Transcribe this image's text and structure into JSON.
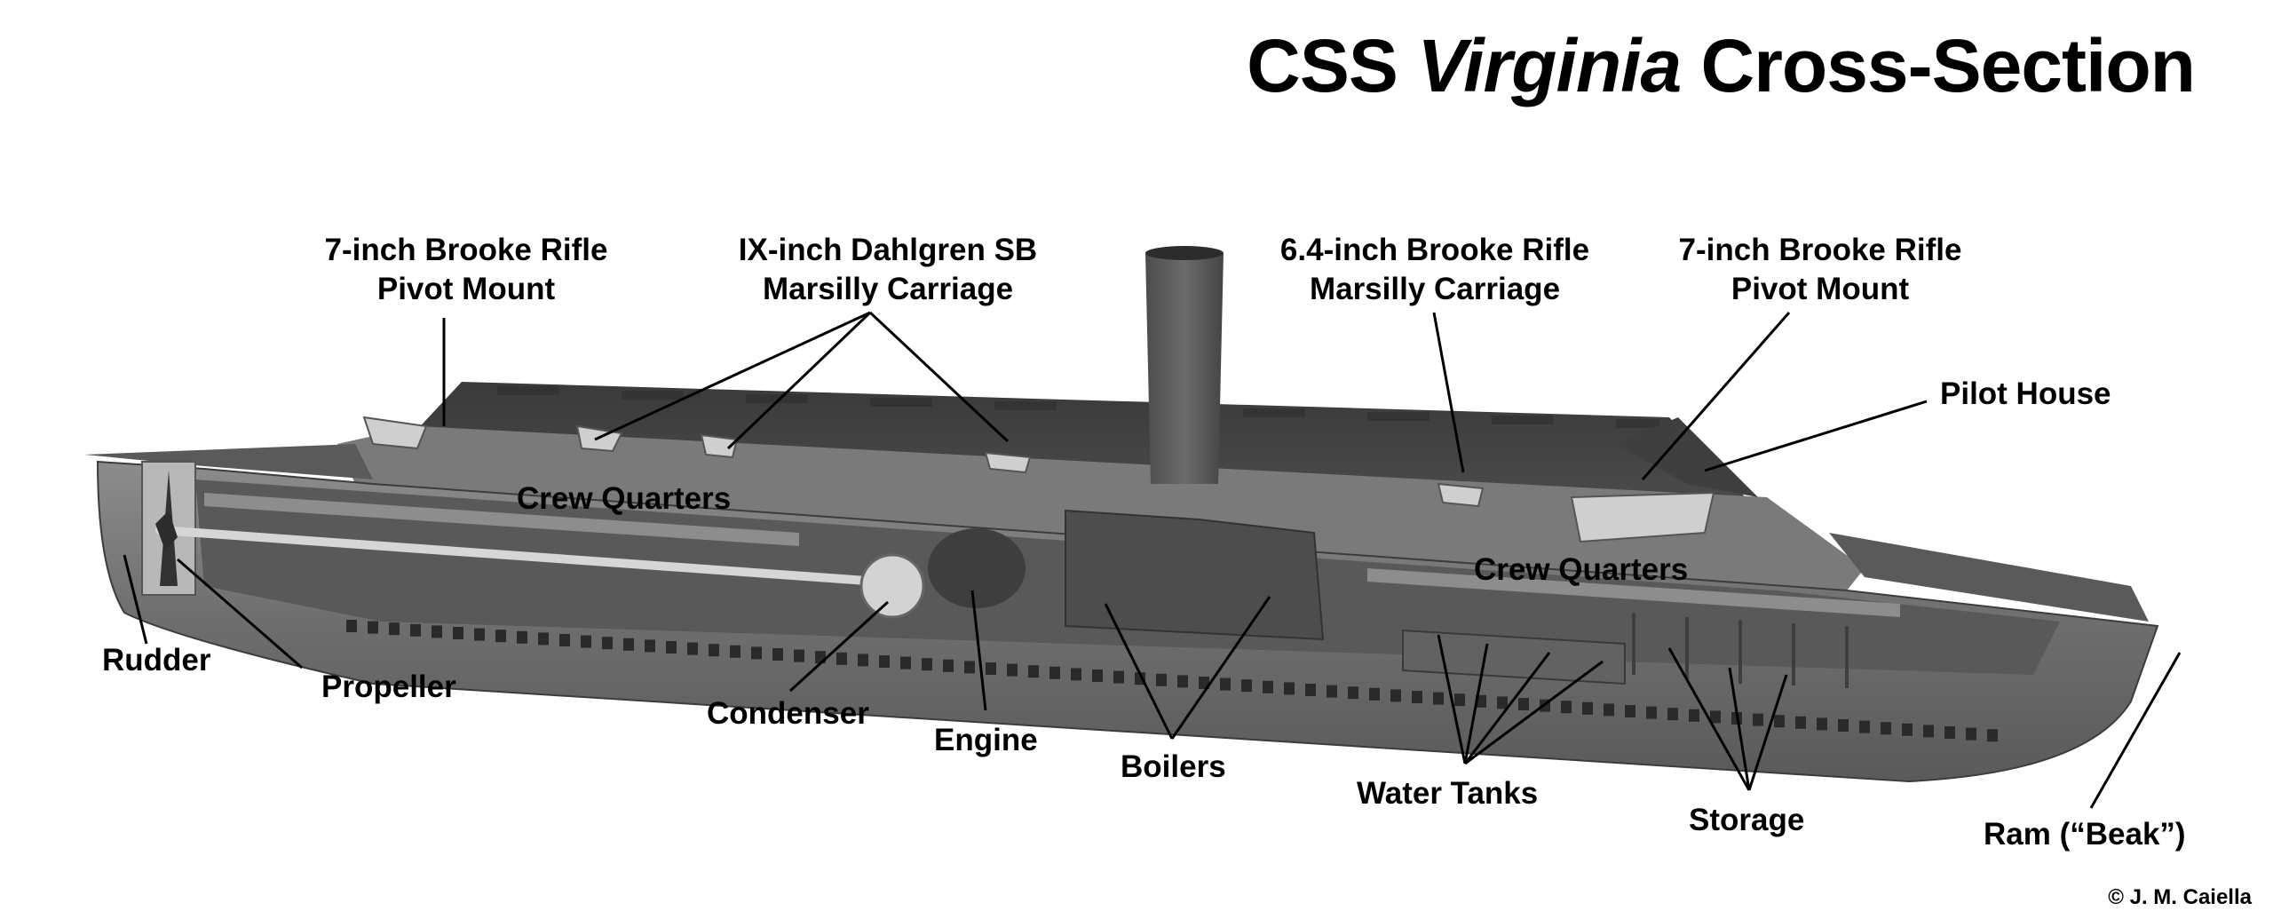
{
  "title": {
    "prefix": "CSS ",
    "ship_name": "Virginia",
    "suffix": " Cross-Section"
  },
  "labels": {
    "brooke_rifle_aft": {
      "line1": "7-inch Brooke Rifle",
      "line2": "Pivot Mount"
    },
    "dahlgren": {
      "line1": "IX-inch Dahlgren SB",
      "line2": "Marsilly Carriage"
    },
    "brooke_64": {
      "line1": "6.4-inch Brooke Rifle",
      "line2": "Marsilly Carriage"
    },
    "brooke_rifle_fwd": {
      "line1": "7-inch Brooke Rifle",
      "line2": "Pivot Mount"
    },
    "pilot_house": "Pilot House",
    "crew_quarters_aft": "Crew Quarters",
    "crew_quarters_fwd": "Crew Quarters",
    "rudder": "Rudder",
    "propeller": "Propeller",
    "condenser": "Condenser",
    "engine": "Engine",
    "boilers": "Boilers",
    "water_tanks": "Water Tanks",
    "storage": "Storage",
    "ram": "Ram (“Beak”)"
  },
  "credit": "© J. M. Caiella",
  "colors": {
    "hull_dark": "#4a4a4a",
    "hull_mid": "#6f6f6f",
    "hull_light": "#9a9a9a",
    "deck": "#8a8a8a",
    "interior": "#5c5c5c",
    "leader_line": "#000000"
  }
}
